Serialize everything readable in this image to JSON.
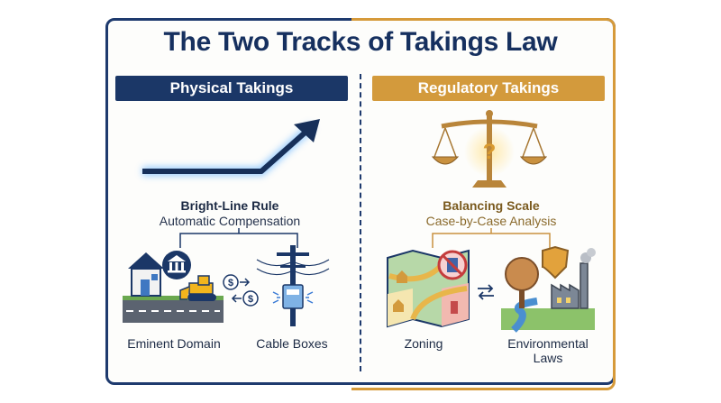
{
  "title": "The Two Tracks of Takings Law",
  "physical": {
    "banner": "Physical Takings",
    "rule_title": "Bright-Line Rule",
    "rule_subtitle": "Automatic Compensation",
    "examples": [
      "Eminent Domain",
      "Cable Boxes"
    ]
  },
  "regulatory": {
    "banner": "Regulatory Takings",
    "rule_title": "Balancing Scale",
    "rule_subtitle": "Case-by-Case Analysis",
    "examples": [
      "Zoning",
      "Environmental Laws"
    ]
  },
  "colors": {
    "navy": "#1b3767",
    "gold": "#d39a3c",
    "arrow_glow": "#6fb6ff"
  },
  "icons": [
    "trend-arrow-icon",
    "justice-scale-icon",
    "question-mark-icon",
    "house-icon",
    "government-building-icon",
    "bulldozer-icon",
    "dollar-coin-icon",
    "utility-pole-icon",
    "cable-box-icon",
    "map-icon",
    "no-building-icon",
    "tree-icon",
    "shield-icon",
    "factory-icon",
    "exchange-arrows-icon"
  ]
}
